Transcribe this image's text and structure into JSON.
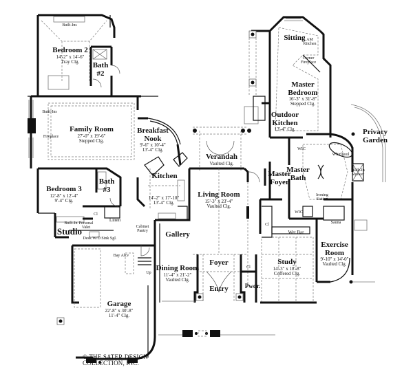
{
  "rooms": {
    "bedroom2": {
      "name": "Bedroom 2",
      "dims": "14'-2\" x 14'-6\"",
      "ceiling": "Tray Clg."
    },
    "bath2": {
      "name": "Bath",
      "number": "#2"
    },
    "family_room": {
      "name": "Family Room",
      "dims": "27'-0\" x 19'-6\"",
      "ceiling": "Stepped Clg."
    },
    "breakfast_nook": {
      "name_line1": "Breakfast",
      "name_line2": "Nook",
      "dims": "9'-6\" x 10'-4\"",
      "ceiling": "13'-4\" Clg."
    },
    "kitchen": {
      "name": "Kitchen",
      "dims": "14'-2\" x 17'-10\"",
      "ceiling": "13'-4\" Clg."
    },
    "verandah": {
      "name": "Verandah",
      "ceiling": "Vaulted Clg."
    },
    "living_room": {
      "name": "Living Room",
      "dims": "15'-3\" x 23'-4\"",
      "ceiling": "Vaulted Clg."
    },
    "bedroom3": {
      "name": "Bedroom 3",
      "dims": "12'-8\" x 12'-4\"",
      "ceiling": "9'-4\" Clg."
    },
    "bath3": {
      "name": "Bath",
      "number": "#3"
    },
    "studio": {
      "name": "Studio"
    },
    "gallery": {
      "name": "Gallery"
    },
    "dining_room": {
      "name": "Dining Room",
      "dims": "11'-4\" x 21'-2\"",
      "ceiling": "Vaulted Clg."
    },
    "foyer": {
      "name": "Foyer"
    },
    "entry": {
      "name": "Entry"
    },
    "powder": {
      "name": "Pwdr."
    },
    "garage": {
      "name": "Garage",
      "dims": "22'-8\" x 30'-8\"",
      "ceiling": "11'-4\" Clg."
    },
    "sitting": {
      "name": "Sitting"
    },
    "master_bedroom": {
      "name_line1": "Master",
      "name_line2": "Bedroom",
      "dims": "16'-3\" x 31'-8\"",
      "ceiling": "Stepped Clg."
    },
    "outdoor_kitchen": {
      "name_line1": "Outdoor",
      "name_line2": "Kitchen",
      "ceiling": "13'-4\" Clg."
    },
    "master_foyer": {
      "name_line1": "Master",
      "name_line2": "Foyer"
    },
    "master_bath": {
      "name_line1": "Master",
      "name_line2": "Bath"
    },
    "privacy_garden": {
      "name_line1": "Privacy",
      "name_line2": "Garden"
    },
    "study": {
      "name": "Study",
      "dims": "14'-3\" x 18'-8\"",
      "ceiling": "Coffered Clg."
    },
    "exercise_room": {
      "name_line1": "Exercise",
      "name_line2": "Room",
      "dims": "9'-10\" x 14'-0\"",
      "ceiling": "Vaulted Clg."
    }
  },
  "annotations": {
    "built_ins_bed2": "Built-Ins",
    "built_ins_family": "Built-Ins",
    "fireplace": "Fireplace",
    "am_kitchen_1": "AM",
    "am_kitchen_2": "Kitchen",
    "corner_fireplace_1": "Corner",
    "corner_fireplace_2": "Fireplace",
    "wic_top": "WIC",
    "wic_bottom": "WIC",
    "whirlpool": "Whirlpool",
    "walk_in_shower_1": "Walk-In",
    "walk_in_shower_2": "Shower",
    "ironing_station_1": "Ironing",
    "ironing_station_2": "Station",
    "sauna": "Sauna",
    "wet_bar": "Wet Bar",
    "closet_bed3": "Cl",
    "closet_foyer": "Cl",
    "closet_master": "Cl",
    "linen": "Linen",
    "built_in_studio": "Built-In",
    "personal_valet_1": "Personal",
    "personal_valet_2": "Valet",
    "desk_line": "Desk W/D Sink Sgl.",
    "cabinet_pantry_1": "Cabinet",
    "cabinet_pantry_2": "Pantry",
    "bay_alcove": "Bay Alcv",
    "up": "Up"
  },
  "copyright": {
    "line1": "© THE SATER DESIGN",
    "line2": "COLLECTION, INC."
  }
}
